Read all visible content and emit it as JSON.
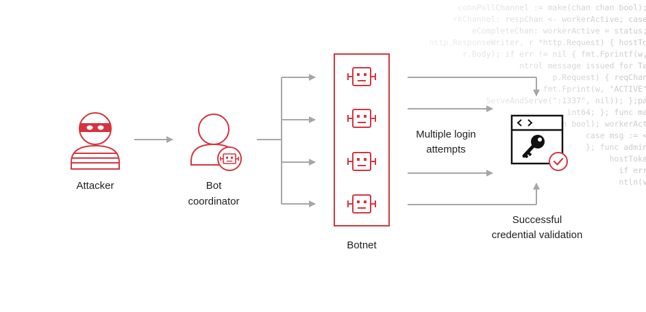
{
  "colors": {
    "accent": "#d4343e",
    "arrow": "#a6a6a6",
    "icon_dark": "#111111",
    "code_text": "#c9c9c9"
  },
  "code_background": [
    "connPollChannel := make(chan chan bool);",
    "rkChannel: respChan <- workerActive; case",
    "eCompleteChan: workerActive = status;",
    "http.ResponseWriter, r *http.Request) { hostTo",
    "r.Body); if err != nil { fmt.Fprintf(w,",
    "ntrol message issued for Ta",
    "p.Request) { reqChan",
    "fmt.Fprint(w, \"ACTIVE\"",
    "ServeAndServe(\":1337\", nil)); };pa",
    "int64; }; func ma",
    "chan bool); workerAct",
    "case msg := <",
    "}; func admin",
    "hostToke",
    "if err",
    "ntln(v"
  ],
  "nodes": {
    "attacker": {
      "label": "Attacker",
      "icon": "masked-person-icon"
    },
    "bot_coordinator": {
      "label_line1": "Bot",
      "label_line2": "coordinator",
      "icon": "person-with-bot-badge-icon"
    },
    "botnet": {
      "label": "Botnet",
      "icon": "bot-icon",
      "bot_count": 4
    },
    "target": {
      "icon": "browser-window-key-icon"
    }
  },
  "edge_labels": {
    "login_attempts_line1": "Multiple login",
    "login_attempts_line2": "attempts",
    "validation_line1": "Successful",
    "validation_line2": "credential validation"
  }
}
